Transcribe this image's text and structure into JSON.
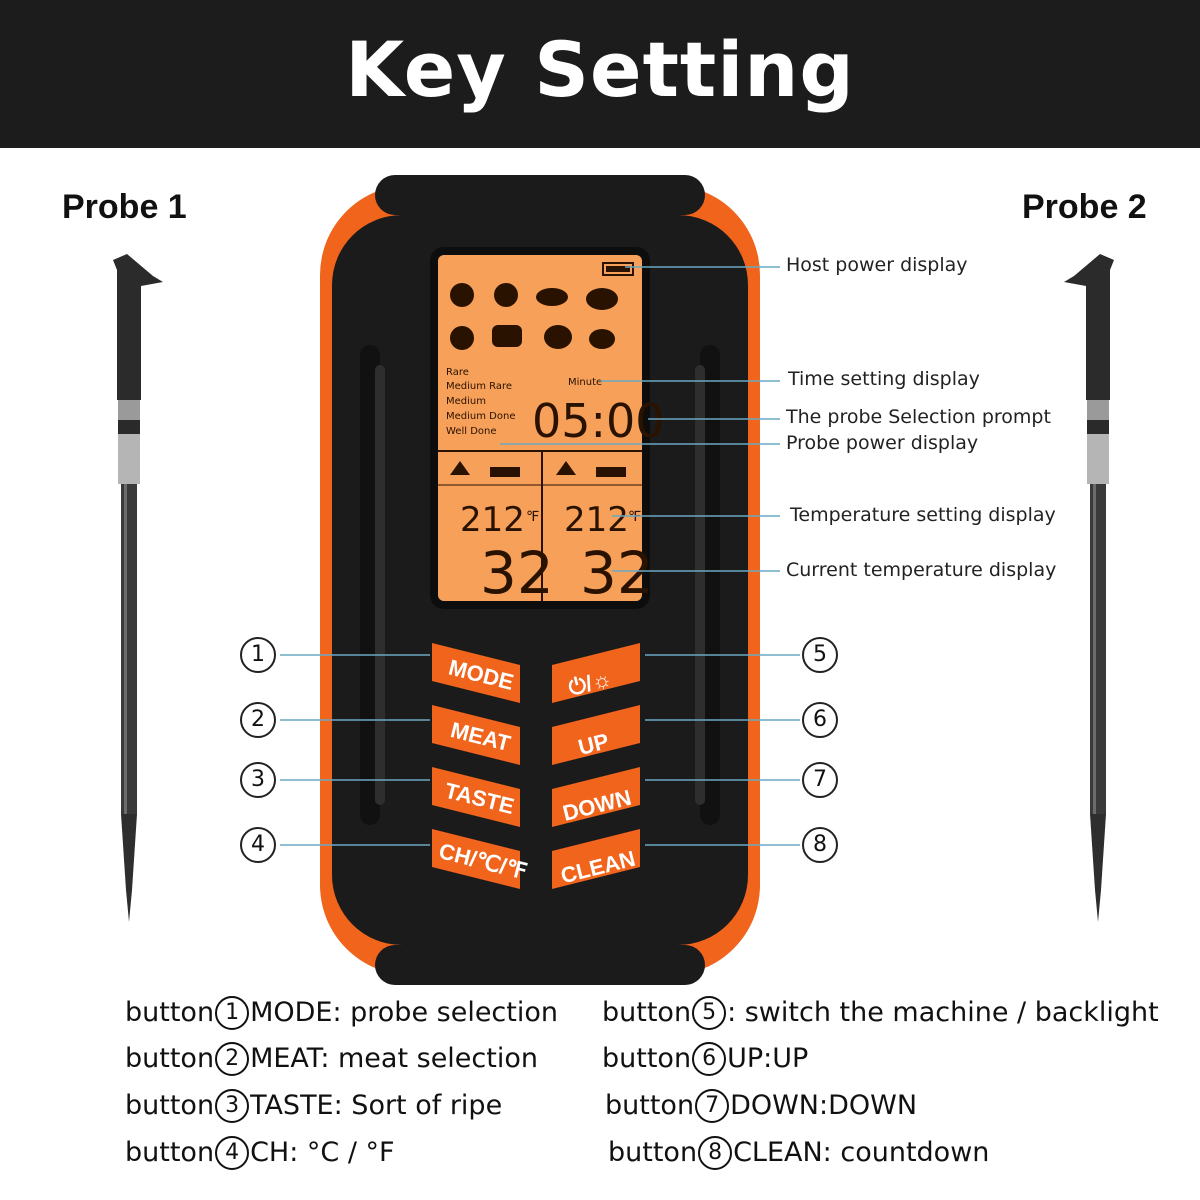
{
  "header": {
    "title": "Key Setting"
  },
  "probes": {
    "left_label": "Probe 1",
    "right_label": "Probe 2"
  },
  "lcd": {
    "time": "05:00",
    "minutes_label": "Minute",
    "doneness": [
      "Rare",
      "Medium Rare",
      "Medium",
      "Medium Done",
      "Well Done"
    ],
    "set_temp_left": "212",
    "set_temp_right": "212",
    "unit": "℉",
    "current_temp_left": "32",
    "current_temp_right": "32"
  },
  "callouts": {
    "host_power": "Host power display",
    "time_setting": "Time setting display",
    "probe_selection": "The probe Selection prompt",
    "probe_power": "Probe power display",
    "temp_setting": "Temperature setting display",
    "current_temp": "Current temperature display"
  },
  "buttons": {
    "mode": "MODE",
    "meat": "MEAT",
    "taste": "TASTE",
    "ch": "CH/℃/℉",
    "power": "⏻/☼",
    "up": "UP",
    "down": "DOWN",
    "clean": "CLEAN"
  },
  "numbers": [
    "1",
    "2",
    "3",
    "4",
    "5",
    "6",
    "7",
    "8"
  ],
  "legend": {
    "l1_pre": "button",
    "l1_num": "1",
    "l1_text": "MODE: probe selection",
    "l2_pre": "button",
    "l2_num": "2",
    "l2_text": "MEAT: meat selection",
    "l3_pre": "button",
    "l3_num": "3",
    "l3_text": "TASTE: Sort of ripe",
    "l4_pre": "button",
    "l4_num": "4",
    "l4_text": "CH: °C / °F",
    "l5_pre": "button",
    "l5_num": "5",
    "l5_text": ": switch the machine / backlight",
    "l6_pre": "button",
    "l6_num": "6",
    "l6_text": "UP:UP",
    "l7_pre": "button",
    "l7_num": "7",
    "l7_text": "DOWN:DOWN",
    "l8_pre": "button",
    "l8_num": "8",
    "l8_text": "CLEAN: countdown"
  },
  "colors": {
    "accent": "#f0641c",
    "lcd": "#f7a05a",
    "body": "#1b1b1b",
    "header": "#1c1c1c"
  }
}
